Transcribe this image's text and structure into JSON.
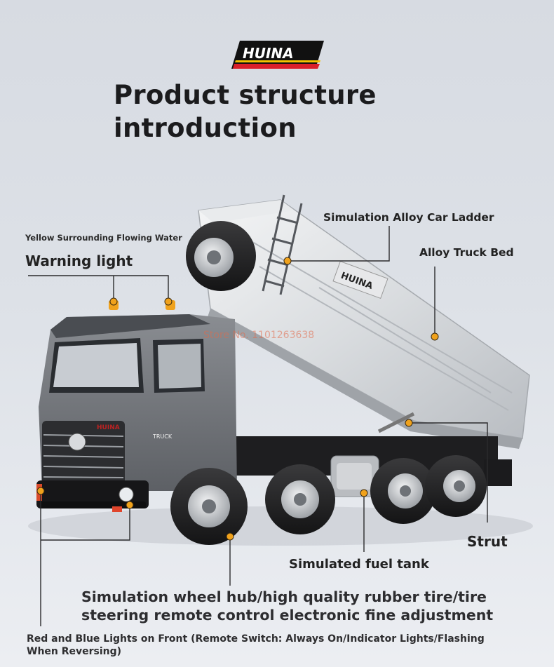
{
  "brand": {
    "logo_text": "HUINA",
    "colors": {
      "logo_bg": "#111111",
      "logo_red": "#d9202a",
      "logo_yellow": "#f2c200",
      "accent_dot": "#f0a020"
    }
  },
  "title": {
    "line1": "Product structure",
    "line2": "introduction"
  },
  "callouts": {
    "ladder": "Simulation Alloy Car Ladder",
    "truck_bed": "Alloy Truck Bed",
    "warning_small": "Yellow Surrounding Flowing Water",
    "warning_big": "Warning light",
    "strut": "Strut",
    "fuel_tank": "Simulated fuel tank",
    "wheel_line1": "Simulation wheel hub/high quality rubber tire/tire",
    "wheel_line2": "steering remote control electronic fine adjustment",
    "front_lights": "Red and Blue Lights on Front (Remote Switch: Always On/Indicator Lights/Flashing When Reversing)"
  },
  "truck_marks": {
    "bed_logo": "HUINA",
    "grille_logo": "HUINA",
    "door_text": "TRUCK",
    "watermark": "Store No. 1101263638"
  }
}
